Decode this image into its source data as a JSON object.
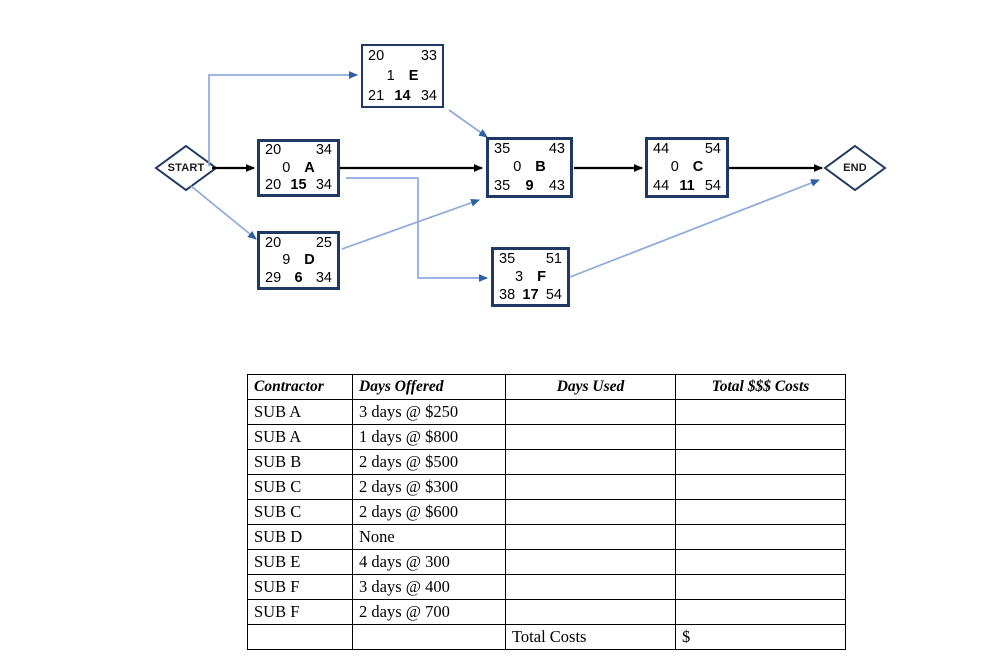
{
  "diagram": {
    "title": "project-network-diagram",
    "start_label": "START",
    "end_label": "END",
    "node_colors": {
      "border": "#1F3864",
      "critical_arrow": "#000000",
      "noncritical_arrow": "#8EA9DB"
    },
    "nodes": [
      {
        "id": "E",
        "name": "E",
        "early_start": "20",
        "early_finish": "33",
        "slack": "1",
        "late_start": "21",
        "duration": "14",
        "late_finish": "34"
      },
      {
        "id": "A",
        "name": "A",
        "early_start": "20",
        "early_finish": "34",
        "slack": "0",
        "late_start": "20",
        "duration": "15",
        "late_finish": "34"
      },
      {
        "id": "D",
        "name": "D",
        "early_start": "20",
        "early_finish": "25",
        "slack": "9",
        "late_start": "29",
        "duration": "6",
        "late_finish": "34"
      },
      {
        "id": "B",
        "name": "B",
        "early_start": "35",
        "early_finish": "43",
        "slack": "0",
        "late_start": "35",
        "duration": "9",
        "late_finish": "43"
      },
      {
        "id": "F",
        "name": "F",
        "early_start": "35",
        "early_finish": "51",
        "slack": "3",
        "late_start": "38",
        "duration": "17",
        "late_finish": "54"
      },
      {
        "id": "C",
        "name": "C",
        "early_start": "44",
        "early_finish": "54",
        "slack": "0",
        "late_start": "44",
        "duration": "11",
        "late_finish": "54"
      }
    ]
  },
  "table": {
    "headers": [
      "Contractor",
      "Days Offered",
      "Days Used",
      "Total $$$ Costs"
    ],
    "rows": [
      {
        "contractor": "SUB A",
        "offered": "3 days @ $250",
        "used": "",
        "cost": ""
      },
      {
        "contractor": "SUB A",
        "offered": "1 days @ $800",
        "used": "",
        "cost": ""
      },
      {
        "contractor": "SUB B",
        "offered": "2 days @ $500",
        "used": "",
        "cost": ""
      },
      {
        "contractor": "SUB C",
        "offered": "2 days @ $300",
        "used": "",
        "cost": ""
      },
      {
        "contractor": "SUB C",
        "offered": "2 days @ $600",
        "used": "",
        "cost": ""
      },
      {
        "contractor": "SUB D",
        "offered": "None",
        "used": "",
        "cost": ""
      },
      {
        "contractor": "SUB E",
        "offered": "4 days @ 300",
        "used": "",
        "cost": ""
      },
      {
        "contractor": "SUB F",
        "offered": "3 days @ 400",
        "used": "",
        "cost": ""
      },
      {
        "contractor": "SUB F",
        "offered": "2 days @ 700",
        "used": "",
        "cost": ""
      }
    ],
    "footer": {
      "contractor": "",
      "offered": "",
      "label": "Total Costs",
      "value": "$"
    }
  }
}
